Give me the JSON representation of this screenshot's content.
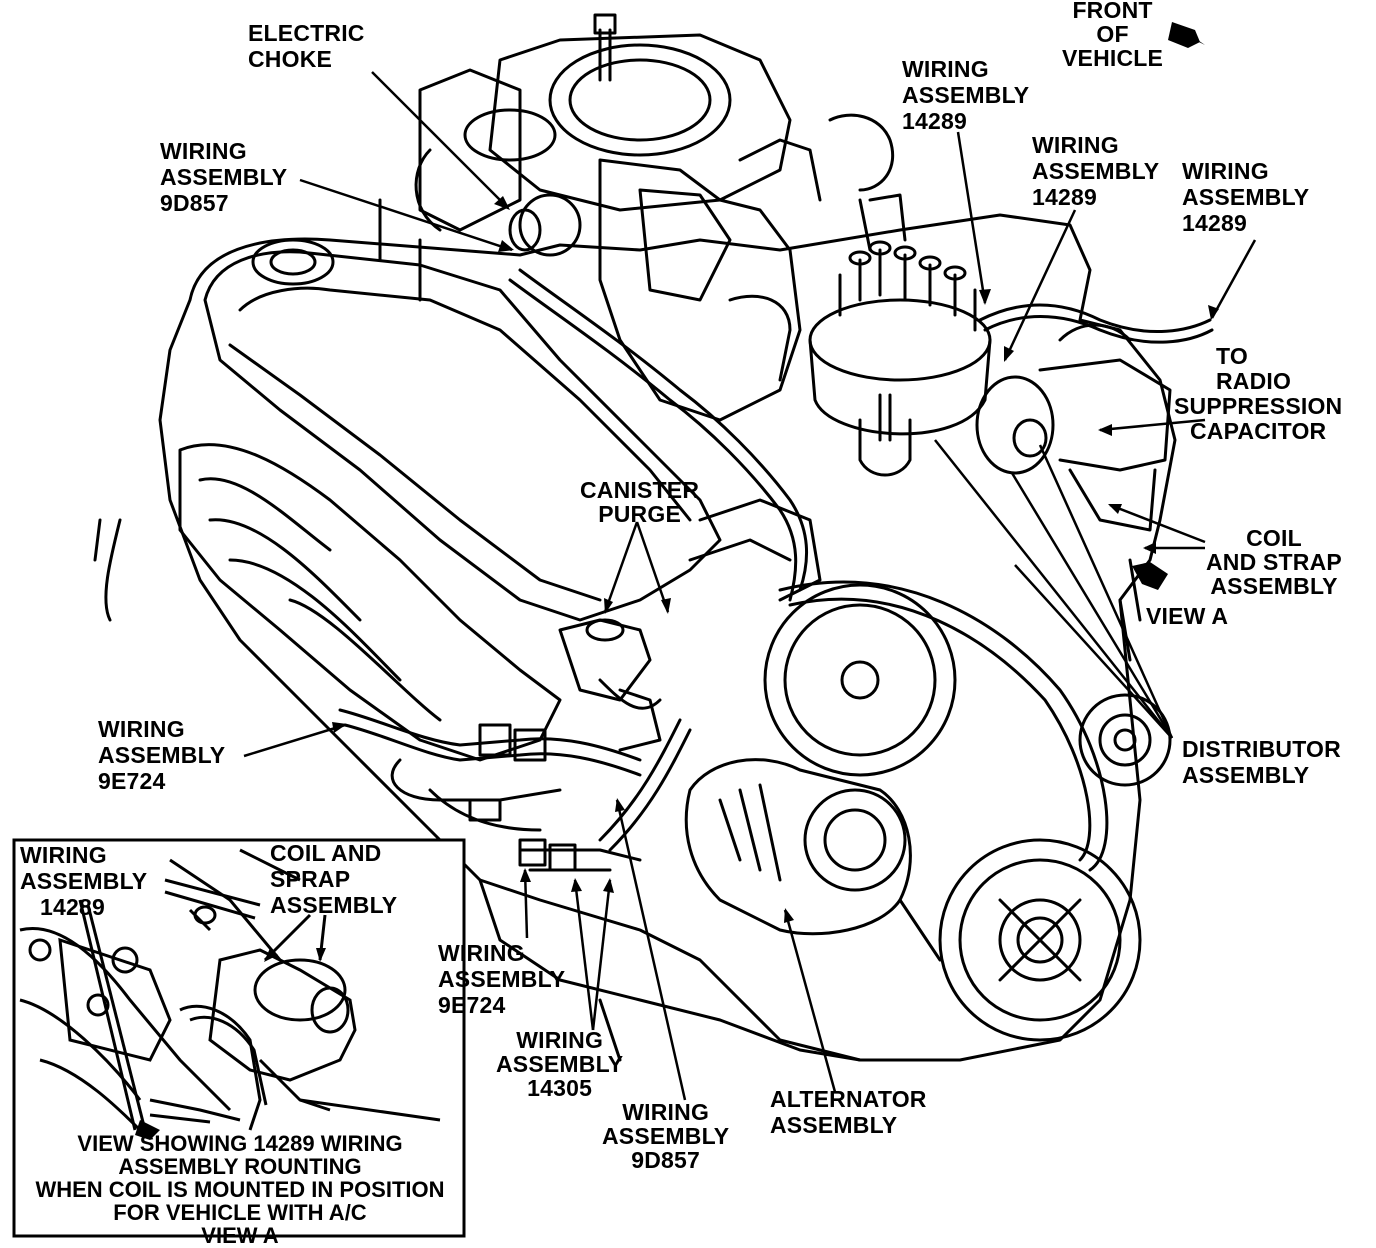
{
  "labels": {
    "front_of_vehicle": [
      "FRONT",
      "OF",
      "VEHICLE"
    ],
    "electric_choke": [
      "ELECTRIC",
      "CHOKE"
    ],
    "wiring_9d857_top": [
      "WIRING",
      "ASSEMBLY",
      "9D857"
    ],
    "wiring_14289_a": [
      "WIRING",
      "ASSEMBLY",
      "14289"
    ],
    "wiring_14289_b": [
      "WIRING",
      "ASSEMBLY",
      "14289"
    ],
    "wiring_14289_c": [
      "WIRING",
      "ASSEMBLY",
      "14289"
    ],
    "to_radio_capacitor": [
      "TO",
      "RADIO",
      "SUPPRESSION",
      "CAPACITOR"
    ],
    "canister_purge": [
      "CANISTER",
      "PURGE"
    ],
    "coil_strap": [
      "COIL",
      "AND STRAP",
      "ASSEMBLY"
    ],
    "view_a": "VIEW A",
    "wiring_9e724_left": [
      "WIRING",
      "ASSEMBLY",
      "9E724"
    ],
    "distributor": [
      "DISTRIBUTOR",
      "ASSEMBLY"
    ],
    "wiring_9e724_bottom": [
      "WIRING",
      "ASSEMBLY",
      "9E724"
    ],
    "wiring_14305": [
      "WIRING",
      "ASSEMBLY",
      "14305"
    ],
    "wiring_9d857_bottom": [
      "WIRING",
      "ASSEMBLY",
      "9D857"
    ],
    "alternator": [
      "ALTERNATOR",
      "ASSEMBLY"
    ]
  },
  "inset": {
    "wiring_14289": [
      "WIRING",
      "ASSEMBLY",
      "14289"
    ],
    "coil_sprap": [
      "COIL AND",
      "SPRAP",
      "ASSEMBLY"
    ],
    "caption": [
      "VIEW SHOWING 14289 WIRING",
      "ASSEMBLY ROUNTING",
      "WHEN COIL IS MOUNTED IN POSITION",
      "FOR VEHICLE WITH A/C",
      "VIEW A"
    ]
  }
}
